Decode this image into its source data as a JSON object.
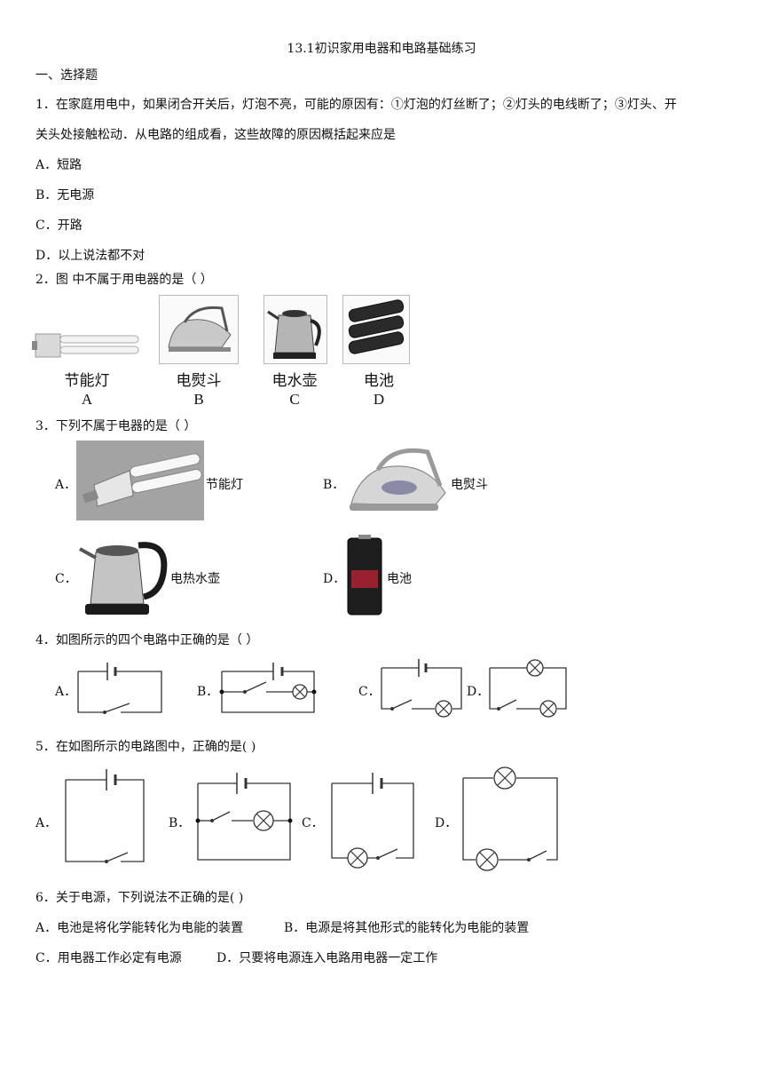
{
  "title": "13.1初识家用电器和电路基础练习",
  "section": "一、选择题",
  "q1": {
    "line1": "1．在家庭用电中，如果闭合开关后，灯泡不亮，可能的原因有：①灯泡的灯丝断了；②灯头的电线断了；③灯头、开",
    "line2": "关头处接触松动．从电路的组成看，这些故障的原因概括起来应是",
    "options": [
      "A．短路",
      "B．无电源",
      "C．开路",
      "D．以上说法都不对"
    ]
  },
  "q2": {
    "text": "2．图  中不属于用电器的是（          ）",
    "captions": [
      "节能灯",
      "电熨斗",
      "电水壶",
      "电池"
    ],
    "letters": [
      "A",
      "B",
      "C",
      "D"
    ]
  },
  "q3": {
    "text": "3．下列不属于电器的是（          ）",
    "options": [
      {
        "letter": "A．",
        "label": "节能灯"
      },
      {
        "letter": "B．",
        "label": "电熨斗"
      },
      {
        "letter": "C．",
        "label": "电热水壶"
      },
      {
        "letter": "D．",
        "label": "电池"
      }
    ]
  },
  "q4": {
    "text": "4．如图所示的四个电路中正确的是（          ）",
    "letters": [
      "A．",
      "B．",
      "C．",
      "D．"
    ]
  },
  "q5": {
    "text": "5．在如图所示的电路图中，正确的是(          )",
    "letters": [
      "A．",
      "B．",
      "C．",
      "D．"
    ]
  },
  "q6": {
    "text": "6．关于电源，下列说法不正确的是(     )",
    "optA": "A．电池是将化学能转化为电能的装置",
    "optB": "B．电源是将其他形式的能转化为电能的装置",
    "optC": "C．用电器工作必定有电源",
    "optD": "D．只要将电源连入电路用电器一定工作"
  }
}
